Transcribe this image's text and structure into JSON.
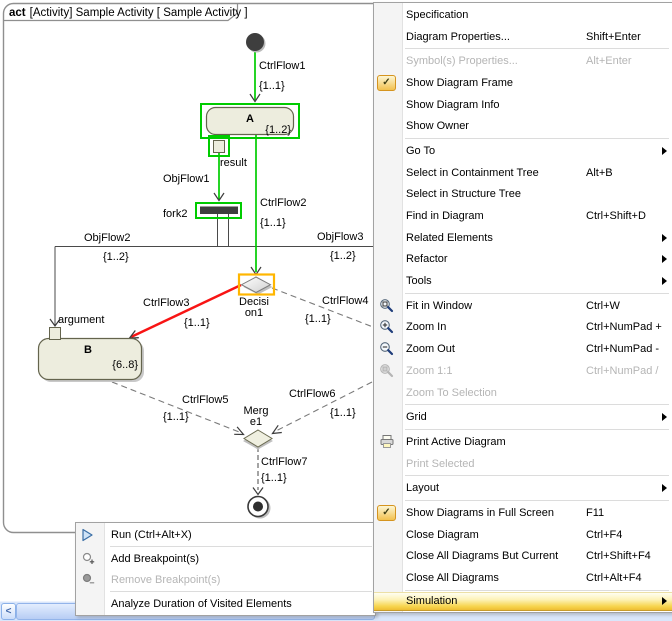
{
  "diagram": {
    "header_keyword": "act",
    "header_title": "[Activity] Sample Activity [ Sample Activity ]",
    "labels": {
      "ctrlflow1": "CtrlFlow1",
      "ctrlflow1_mult": "{1..1}",
      "objflow1": "ObjFlow1",
      "result_pin": "result",
      "fork": "fork2",
      "ctrlflow2": "CtrlFlow2",
      "ctrlflow2_mult": "{1..1}",
      "objflow2": "ObjFlow2",
      "objflow2_mult": "{1..2}",
      "objflow3": "ObjFlow3",
      "objflow3_mult": "{1..2}",
      "action_a": "A",
      "action_a_mult": "{1..2}",
      "decision_l1": "Decisi",
      "decision_l2": "on1",
      "ctrlflow3": "CtrlFlow3",
      "ctrlflow3_mult": "{1..1}",
      "ctrlflow4": "CtrlFlow4",
      "ctrlflow4_mult": "{1..1}",
      "argument_pin": "argument",
      "action_b": "B",
      "action_b_mult": "{6..8}",
      "ctrlflow5": "CtrlFlow5",
      "ctrlflow5_mult": "{1..1}",
      "ctrlflow6": "CtrlFlow6",
      "ctrlflow6_mult": "{1..1}",
      "merge_l1": "Merg",
      "merge_l2": "e1",
      "ctrlflow7": "CtrlFlow7",
      "ctrlflow7_mult": "{1..1}"
    },
    "colors": {
      "selection_green": "#00cc00",
      "selection_orange": "#ffb600",
      "flow_red": "#f81414",
      "node_fill": "#ededde",
      "node_border": "#64644d",
      "menu_highlight_yellow": "#f7d54f"
    }
  },
  "context_menu": {
    "items": [
      {
        "label": "Specification"
      },
      {
        "label": "Diagram Properties...",
        "shortcut": "Shift+Enter"
      },
      {
        "sep": true
      },
      {
        "label": "Symbol(s) Properties...",
        "shortcut": "Alt+Enter",
        "disabled": true
      },
      {
        "label": "Show Diagram Frame",
        "checked": true
      },
      {
        "label": "Show Diagram Info"
      },
      {
        "label": "Show Owner"
      },
      {
        "sep": true
      },
      {
        "label": "Go To",
        "submenu": true
      },
      {
        "label": "Select in Containment Tree",
        "shortcut": "Alt+B"
      },
      {
        "label": "Select in Structure Tree"
      },
      {
        "label": "Find in Diagram",
        "shortcut": "Ctrl+Shift+D"
      },
      {
        "label": "Related Elements",
        "submenu": true
      },
      {
        "label": "Refactor",
        "submenu": true
      },
      {
        "label": "Tools",
        "submenu": true
      },
      {
        "sep": true
      },
      {
        "label": "Fit in Window",
        "shortcut": "Ctrl+W",
        "icon": "fit-window-icon"
      },
      {
        "label": "Zoom In",
        "shortcut": "Ctrl+NumPad +",
        "icon": "zoom-in-icon"
      },
      {
        "label": "Zoom Out",
        "shortcut": "Ctrl+NumPad -",
        "icon": "zoom-out-icon"
      },
      {
        "label": "Zoom 1:1",
        "shortcut": "Ctrl+NumPad /",
        "disabled": true,
        "icon": "zoom-one-icon"
      },
      {
        "label": "Zoom To Selection",
        "disabled": true
      },
      {
        "sep": true
      },
      {
        "label": "Grid",
        "submenu": true
      },
      {
        "sep": true
      },
      {
        "label": "Print Active Diagram",
        "icon": "printer-icon"
      },
      {
        "label": "Print Selected",
        "disabled": true
      },
      {
        "sep": true
      },
      {
        "label": "Layout",
        "submenu": true
      },
      {
        "sep": true
      },
      {
        "label": "Show Diagrams in Full Screen",
        "shortcut": "F11",
        "checked": true
      },
      {
        "label": "Close Diagram",
        "shortcut": "Ctrl+F4"
      },
      {
        "label": "Close All Diagrams But Current",
        "shortcut": "Ctrl+Shift+F4"
      },
      {
        "label": "Close All Diagrams",
        "shortcut": "Ctrl+Alt+F4"
      },
      {
        "sep": true
      },
      {
        "label": "Simulation",
        "submenu": true,
        "highlighted": true
      }
    ]
  },
  "sim_submenu": {
    "items": [
      {
        "label": "Run (Ctrl+Alt+X)",
        "icon": "run-icon"
      },
      {
        "sep": true
      },
      {
        "label": "Add Breakpoint(s)",
        "icon": "add-breakpoint-icon"
      },
      {
        "label": "Remove Breakpoint(s)",
        "icon": "remove-breakpoint-icon",
        "disabled": true
      },
      {
        "sep": true
      },
      {
        "label": "Analyze Duration of Visited Elements"
      }
    ]
  },
  "scrollbar": {
    "left_arrow_glyph": "<"
  }
}
